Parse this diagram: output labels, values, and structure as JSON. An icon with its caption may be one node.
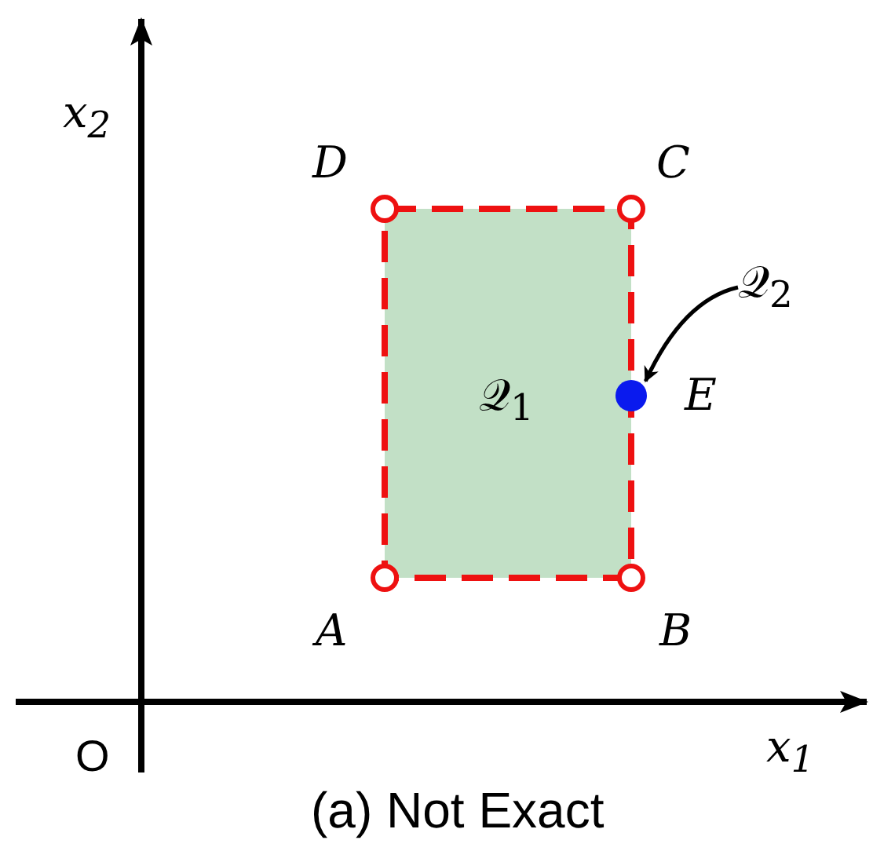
{
  "diagram": {
    "caption": "(a) Not Exact",
    "nodes": [
      {
        "text": [
          "𝒬$_{1}$"
        ]
      },
      {
        "text": [],
        "shape": "circle",
        "beside": [
          "D"
        ]
      },
      {
        "text": [],
        "shape": "circle",
        "beside": [
          "C"
        ]
      },
      {
        "text": [
          "𝒬$_{2}$"
        ]
      },
      {
        "text": [],
        "shape": "circle",
        "beside": [
          "E"
        ]
      },
      {
        "text": [],
        "shape": "circle",
        "beside": [
          "A"
        ]
      },
      {
        "text": [],
        "shape": "circle",
        "beside": [
          "B"
        ]
      }
    ],
    "edges": [
      {
        "from": 3,
        "to": 4,
        "arrow": "to"
      }
    ],
    "labels": [
      "x$_{2}$",
      "O",
      "x$_{1}$"
    ]
  }
}
